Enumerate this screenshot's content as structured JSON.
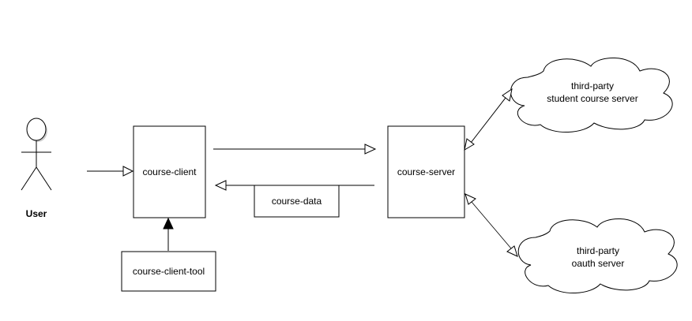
{
  "diagram": {
    "actor": {
      "label": "User"
    },
    "nodes": {
      "course_client": {
        "label": "course-client"
      },
      "course_server": {
        "label": "course-server"
      },
      "course_data": {
        "label": "course-data"
      },
      "course_client_tool": {
        "label": "course-client-tool"
      },
      "student_cloud": {
        "line1": "third-party",
        "line2": "student course server"
      },
      "oauth_cloud": {
        "line1": "third-party",
        "line2": "oauth server"
      }
    }
  }
}
